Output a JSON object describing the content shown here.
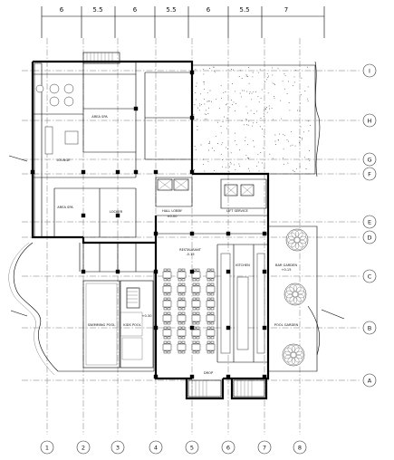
{
  "dimensions": [
    "6",
    "5.5",
    "6",
    "5.5",
    "6",
    "5.5",
    "7"
  ],
  "grid_numbers": [
    "1",
    "2",
    "3",
    "4",
    "5",
    "6",
    "7",
    "8"
  ],
  "grid_letters": [
    "I",
    "H",
    "G",
    "F",
    "E",
    "D",
    "C",
    "B",
    "A"
  ],
  "rooms": {
    "area_spa_top": "AREA SPA",
    "area_spa_left": "AREA SPA",
    "hall_lobby": "HALL LOBBY",
    "lift_service": "LIFT SERVICE",
    "restaurant": "RESTAURANT",
    "kitchen": "KITCHEN",
    "swimming_pool": "SWIMMING POOL",
    "kids_pool": "KIDS POOL",
    "bar_garden": "BAR GARDEN",
    "pool_garden": "POOL GARDEN",
    "drop": "DROP",
    "locker": "LOCKER",
    "lounge": "LOUNGE"
  },
  "elevations": {
    "lobby_level": "±0.00",
    "pool_level": "+0.30",
    "level_a": "-0.15",
    "level_b": "+0.15"
  }
}
